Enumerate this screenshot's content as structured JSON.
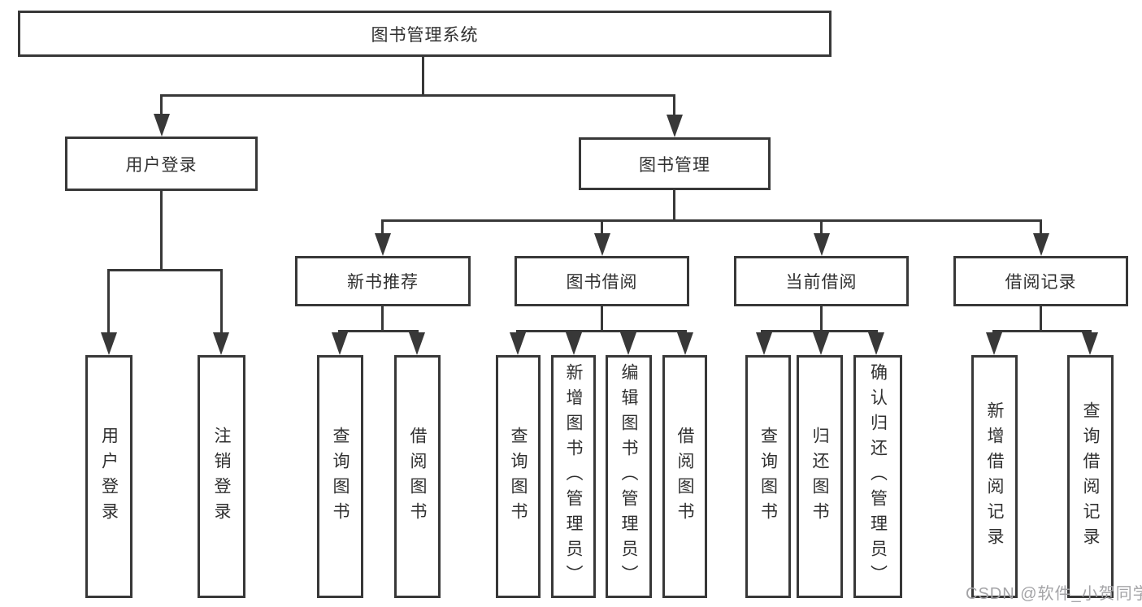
{
  "diagram_title": "图书管理系统",
  "nodes": {
    "root": {
      "label": "图书管理系统"
    },
    "level2": [
      {
        "label": "用户登录"
      },
      {
        "label": "图书管理"
      }
    ],
    "level3": [
      {
        "label": "新书推荐",
        "parent": "图书管理"
      },
      {
        "label": "图书借阅",
        "parent": "图书管理"
      },
      {
        "label": "当前借阅",
        "parent": "图书管理"
      },
      {
        "label": "借阅记录",
        "parent": "图书管理"
      }
    ],
    "leaves": [
      {
        "label": "用户登录",
        "parent": "用户登录"
      },
      {
        "label": "注销登录",
        "parent": "用户登录"
      },
      {
        "label": "查询图书",
        "parent": "新书推荐"
      },
      {
        "label": "借阅图书",
        "parent": "新书推荐"
      },
      {
        "label": "查询图书",
        "parent": "图书借阅"
      },
      {
        "label": "新增图书（管理员）",
        "parent": "图书借阅"
      },
      {
        "label": "编辑图书（管理员）",
        "parent": "图书借阅"
      },
      {
        "label": "借阅图书",
        "parent": "图书借阅"
      },
      {
        "label": "查询图书",
        "parent": "当前借阅"
      },
      {
        "label": "归还图书",
        "parent": "当前借阅"
      },
      {
        "label": "确认归还（管理员）",
        "parent": "当前借阅"
      },
      {
        "label": "新增借阅记录",
        "parent": "借阅记录"
      },
      {
        "label": "查询借阅记录",
        "parent": "借阅记录"
      }
    ]
  },
  "watermark": "CSDN @软件_小贺同学",
  "colors": {
    "line": "#383838",
    "text": "#303030",
    "box_background": "#ffffff",
    "watermark": "#a4a4a7"
  }
}
